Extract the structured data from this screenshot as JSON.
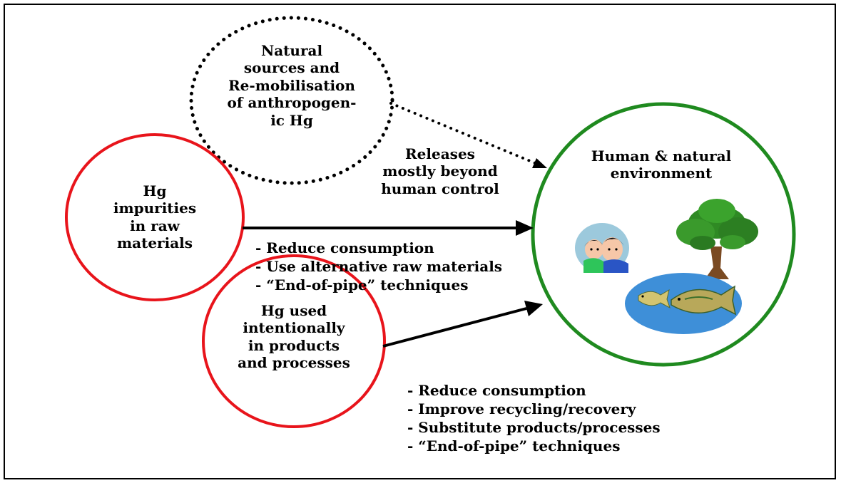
{
  "natural_sources": {
    "lines": [
      "Natural",
      "sources and",
      "Re-mobilisation",
      "of anthropogen-",
      "ic Hg"
    ]
  },
  "releases_note": {
    "lines": [
      "Releases",
      "mostly beyond",
      "human control"
    ]
  },
  "impurities": {
    "lines": [
      "Hg",
      "impurities",
      "in raw",
      "materials"
    ]
  },
  "intentional_use": {
    "lines": [
      "Hg used",
      "intentionally",
      "in products",
      "and processes"
    ]
  },
  "environment": {
    "lines": [
      "Human &",
      "natural",
      "environment"
    ]
  },
  "impurities_measures": [
    "- Reduce consumption",
    "- Use alternative raw materials",
    "- “End-of-pipe” techniques"
  ],
  "intentional_measures": [
    "- Reduce consumption",
    "- Improve recycling/recovery",
    "- Substitute products/processes",
    "- “End-of-pipe” techniques"
  ],
  "colors": {
    "source_circle": "#e8141b",
    "environment_circle": "#1f8a1f",
    "arrow": "#000000"
  },
  "icons": [
    "family-icon",
    "tree-icon",
    "fish-pond-icon"
  ]
}
